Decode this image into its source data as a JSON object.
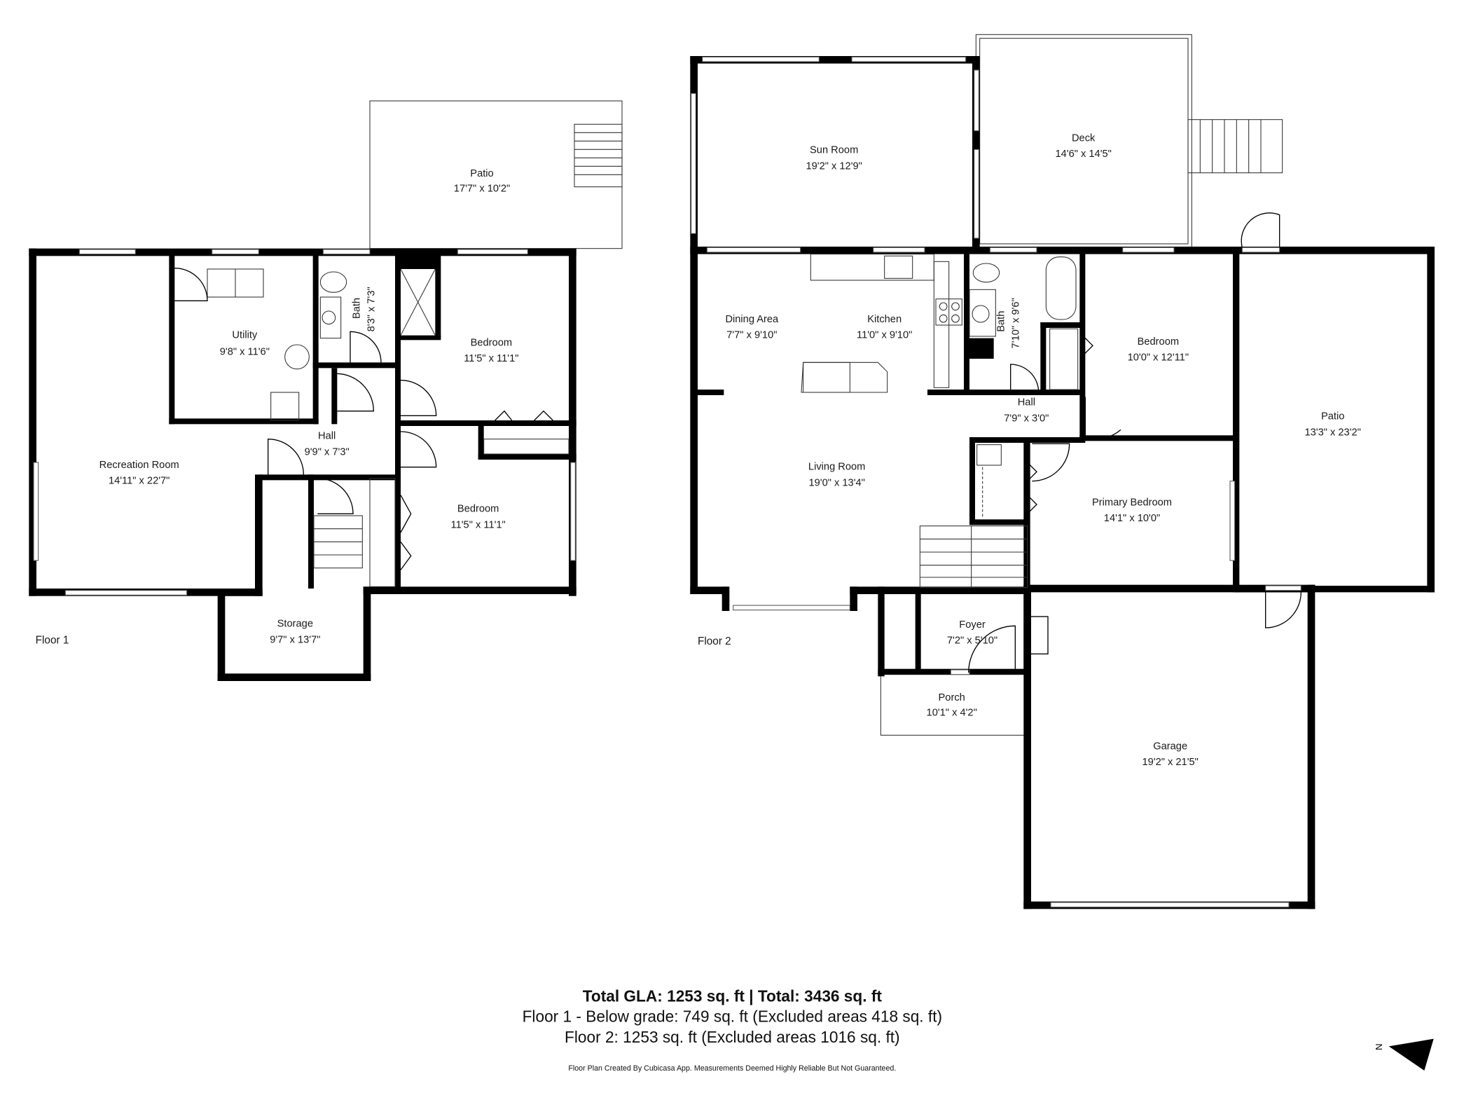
{
  "floors": [
    {
      "label": "Floor 1",
      "rooms": [
        {
          "name": "Patio",
          "dim": "17'7\" x 10'2\""
        },
        {
          "name": "Utility",
          "dim": "9'8\" x 11'6\""
        },
        {
          "name": "Bath",
          "dim": "8'3\" x 7'3\""
        },
        {
          "name": "Bedroom",
          "dim": "11'5\" x 11'1\""
        },
        {
          "name": "Recreation Room",
          "dim": "14'11\" x 22'7\""
        },
        {
          "name": "Hall",
          "dim": "9'9\" x 7'3\""
        },
        {
          "name": "Bedroom",
          "dim": "11'5\" x 11'1\""
        },
        {
          "name": "Storage",
          "dim": "9'7\" x 13'7\""
        }
      ]
    },
    {
      "label": "Floor 2",
      "rooms": [
        {
          "name": "Sun Room",
          "dim": "19'2\" x 12'9\""
        },
        {
          "name": "Deck",
          "dim": "14'6\" x 14'5\""
        },
        {
          "name": "Dining Area",
          "dim": "7'7\" x 9'10\""
        },
        {
          "name": "Kitchen",
          "dim": "11'0\" x 9'10\""
        },
        {
          "name": "Bath",
          "dim": "7'10\" x 9'6\""
        },
        {
          "name": "Bedroom",
          "dim": "10'0\" x 12'11\""
        },
        {
          "name": "Hall",
          "dim": "7'9\" x 3'0\""
        },
        {
          "name": "Patio",
          "dim": "13'3\" x 23'2\""
        },
        {
          "name": "Living Room",
          "dim": "19'0\" x 13'4\""
        },
        {
          "name": "Primary Bedroom",
          "dim": "14'1\" x 10'0\""
        },
        {
          "name": "Foyer",
          "dim": "7'2\" x 5'10\""
        },
        {
          "name": "Porch",
          "dim": "10'1\" x 4'2\""
        },
        {
          "name": "Garage",
          "dim": "19'2\" x 21'5\""
        }
      ]
    }
  ],
  "summary": {
    "total": "Total GLA: 1253 sq. ft | Total: 3436 sq. ft",
    "floor1": "Floor 1 - Below grade: 749 sq. ft (Excluded areas 418 sq. ft)",
    "floor2": "Floor 2: 1253 sq. ft (Excluded areas 1016 sq. ft)",
    "footer": "Floor Plan Created By Cubicasa App. Measurements Deemed Highly Reliable But Not Guaranteed.",
    "north": "N"
  }
}
